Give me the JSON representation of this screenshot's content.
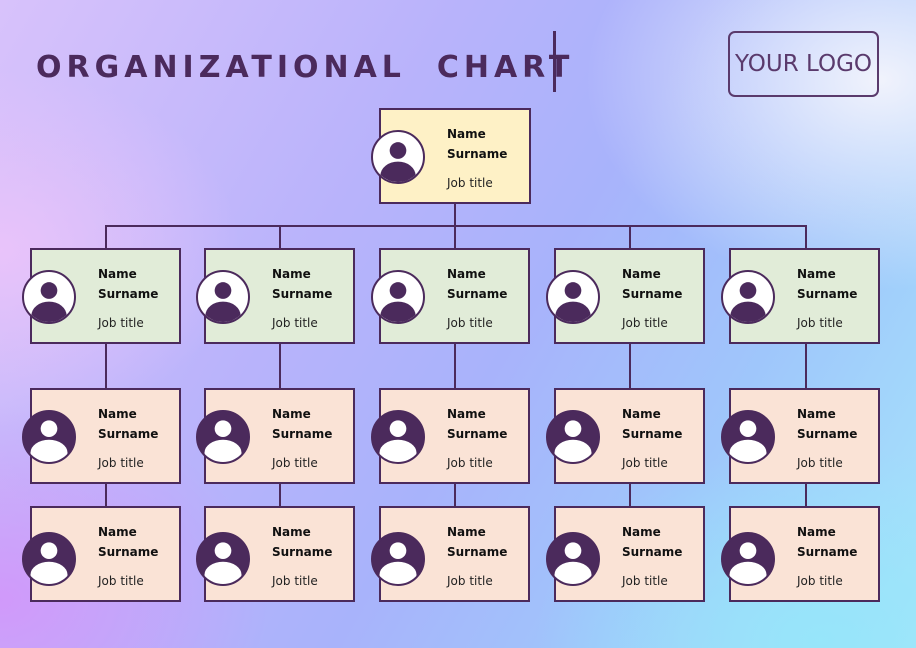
{
  "header": {
    "title": "ORGANIZATIONAL  CHART",
    "logo_label": "YOUR LOGO"
  },
  "colors": {
    "accent": "#4b2a5c",
    "top_card": "#fef1c6",
    "level1_card": "#e1ecd8",
    "level2_card": "#fae3d6"
  },
  "top": {
    "name": "Name",
    "surname": "Surname",
    "job": "Job title",
    "avatar": "person-icon"
  },
  "level1": [
    {
      "name": "Name",
      "surname": "Surname",
      "job": "Job title"
    },
    {
      "name": "Name",
      "surname": "Surname",
      "job": "Job title"
    },
    {
      "name": "Name",
      "surname": "Surname",
      "job": "Job title"
    },
    {
      "name": "Name",
      "surname": "Surname",
      "job": "Job title"
    },
    {
      "name": "Name",
      "surname": "Surname",
      "job": "Job title"
    }
  ],
  "level2": [
    {
      "name": "Name",
      "surname": "Surname",
      "job": "Job title"
    },
    {
      "name": "Name",
      "surname": "Surname",
      "job": "Job title"
    },
    {
      "name": "Name",
      "surname": "Surname",
      "job": "Job title"
    },
    {
      "name": "Name",
      "surname": "Surname",
      "job": "Job title"
    },
    {
      "name": "Name",
      "surname": "Surname",
      "job": "Job title"
    }
  ],
  "level3": [
    {
      "name": "Name",
      "surname": "Surname",
      "job": "Job title"
    },
    {
      "name": "Name",
      "surname": "Surname",
      "job": "Job title"
    },
    {
      "name": "Name",
      "surname": "Surname",
      "job": "Job title"
    },
    {
      "name": "Name",
      "surname": "Surname",
      "job": "Job title"
    },
    {
      "name": "Name",
      "surname": "Surname",
      "job": "Job title"
    }
  ]
}
